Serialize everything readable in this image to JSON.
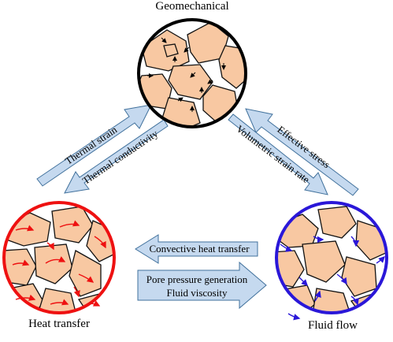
{
  "nodes": {
    "geomechanical": {
      "title": "Geomechanical",
      "border_color": "#000000"
    },
    "heat_transfer": {
      "title": "Heat transfer",
      "border_color": "#ee1111"
    },
    "fluid_flow": {
      "title": "Fluid flow",
      "border_color": "#2a17d8"
    }
  },
  "arrows": {
    "thermal_strain": "Thermal strain",
    "thermal_conductivity": "Thermal conductivity",
    "effective_stress": "Effective stress",
    "volumetric_strain_rate": "Volumetric strain rate",
    "convective_heat_transfer": "Convective heat transfer",
    "pore_pressure_generation": "Pore pressure generation",
    "fluid_viscosity": "Fluid viscosity"
  },
  "colors": {
    "arrow_fill": "#c5d9ef",
    "arrow_stroke": "#41719c",
    "grain_fill": "#f8c8a2",
    "pore_fill": "#ffffff"
  }
}
